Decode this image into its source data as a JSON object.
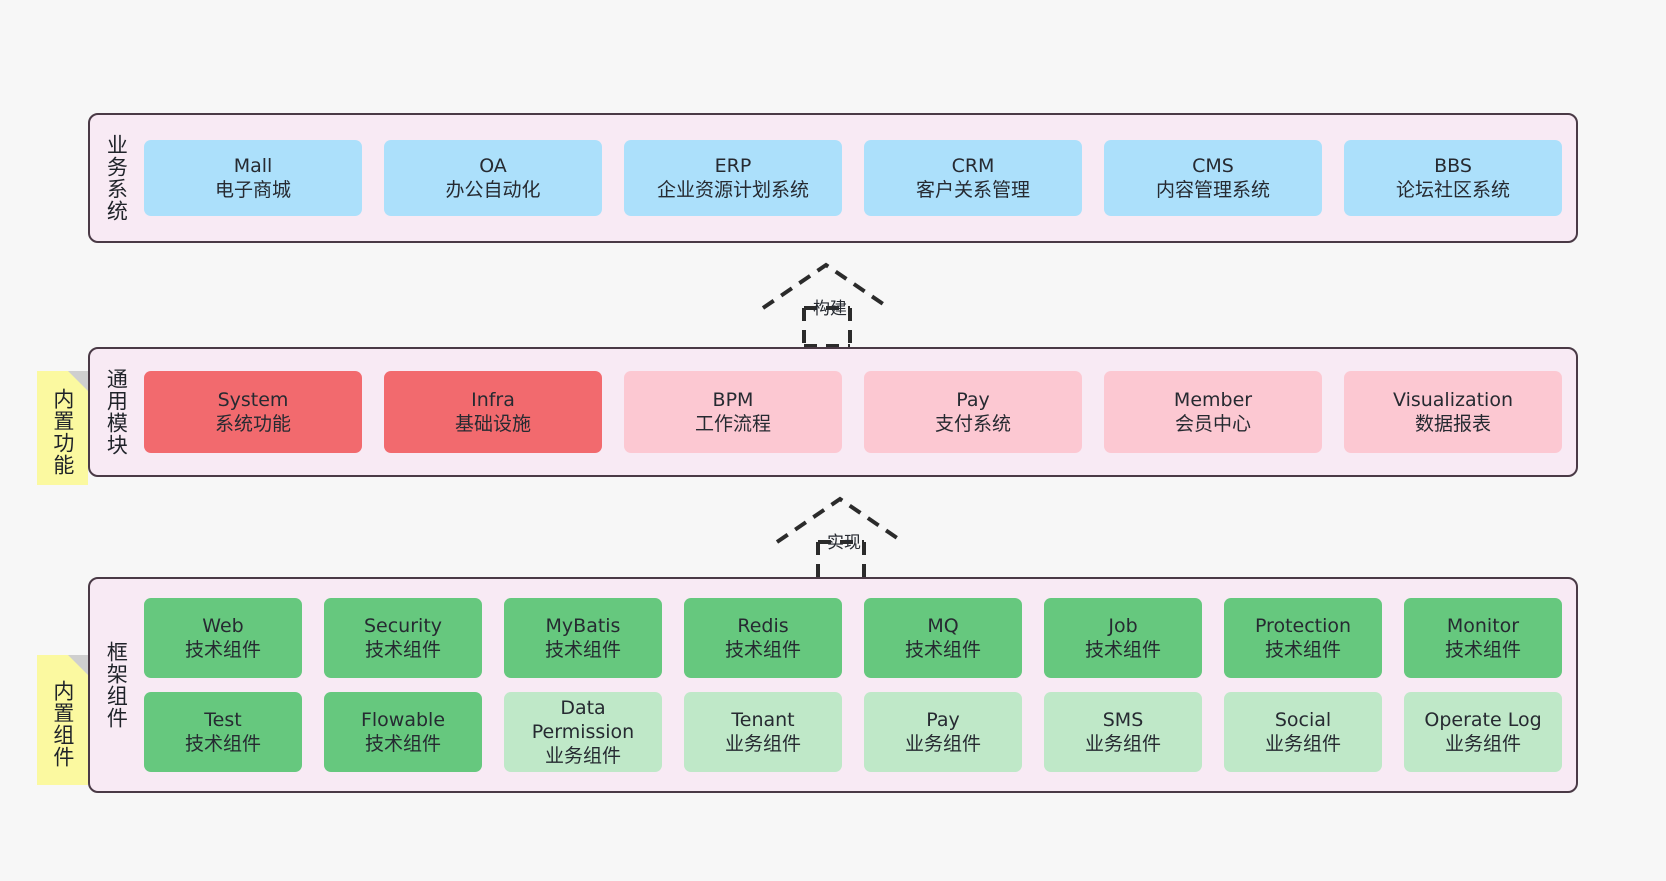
{
  "diagram": {
    "background_color": "#f7f7f7",
    "layer_fill": "#f8eaf4",
    "layer_border": "#4a3a46",
    "note_fill": "#fbf9a0"
  },
  "layers": [
    {
      "id": "business",
      "title": "业务系统",
      "rows": [
        {
          "cells": [
            {
              "name": "mall",
              "title": "Mall",
              "subtitle": "电子商城",
              "fill": "#ace0fb"
            },
            {
              "name": "oa",
              "title": "OA",
              "subtitle": "办公自动化",
              "fill": "#ace0fb"
            },
            {
              "name": "erp",
              "title": "ERP",
              "subtitle": "企业资源计划系统",
              "fill": "#ace0fb"
            },
            {
              "name": "crm",
              "title": "CRM",
              "subtitle": "客户关系管理",
              "fill": "#ace0fb"
            },
            {
              "name": "cms",
              "title": "CMS",
              "subtitle": "内容管理系统",
              "fill": "#ace0fb"
            },
            {
              "name": "bbs",
              "title": "BBS",
              "subtitle": "论坛社区系统",
              "fill": "#ace0fb"
            }
          ]
        }
      ]
    },
    {
      "id": "common",
      "title": "通用模块",
      "note": "内置功能",
      "rows": [
        {
          "cells": [
            {
              "name": "system",
              "title": "System",
              "subtitle": "系统功能",
              "fill": "#f26a6e"
            },
            {
              "name": "infra",
              "title": "Infra",
              "subtitle": "基础设施",
              "fill": "#f26a6e"
            },
            {
              "name": "bpm",
              "title": "BPM",
              "subtitle": "工作流程",
              "fill": "#fcc8d2"
            },
            {
              "name": "pay",
              "title": "Pay",
              "subtitle": "支付系统",
              "fill": "#fcc8d2"
            },
            {
              "name": "member",
              "title": "Member",
              "subtitle": "会员中心",
              "fill": "#fcc8d2"
            },
            {
              "name": "visualization",
              "title": "Visualization",
              "subtitle": "数据报表",
              "fill": "#fcc8d2"
            }
          ]
        }
      ]
    },
    {
      "id": "framework",
      "title": "框架组件",
      "note": "内置组件",
      "rows": [
        {
          "cells": [
            {
              "name": "web",
              "title": "Web",
              "subtitle": "技术组件",
              "fill": "#66c87e"
            },
            {
              "name": "security",
              "title": "Security",
              "subtitle": "技术组件",
              "fill": "#66c87e"
            },
            {
              "name": "mybatis",
              "title": "MyBatis",
              "subtitle": "技术组件",
              "fill": "#66c87e"
            },
            {
              "name": "redis",
              "title": "Redis",
              "subtitle": "技术组件",
              "fill": "#66c87e"
            },
            {
              "name": "mq",
              "title": "MQ",
              "subtitle": "技术组件",
              "fill": "#66c87e"
            },
            {
              "name": "job",
              "title": "Job",
              "subtitle": "技术组件",
              "fill": "#66c87e"
            },
            {
              "name": "protection",
              "title": "Protection",
              "subtitle": "技术组件",
              "fill": "#66c87e"
            },
            {
              "name": "monitor",
              "title": "Monitor",
              "subtitle": "技术组件",
              "fill": "#66c87e"
            }
          ]
        },
        {
          "cells": [
            {
              "name": "test",
              "title": "Test",
              "subtitle": "技术组件",
              "fill": "#66c87e"
            },
            {
              "name": "flowable",
              "title": "Flowable",
              "subtitle": "技术组件",
              "fill": "#66c87e"
            },
            {
              "name": "data-permission",
              "title": "Data Permission",
              "subtitle": "业务组件",
              "fill": "#bfe8c8"
            },
            {
              "name": "tenant",
              "title": "Tenant",
              "subtitle": "业务组件",
              "fill": "#bfe8c8"
            },
            {
              "name": "pay",
              "title": "Pay",
              "subtitle": "业务组件",
              "fill": "#bfe8c8"
            },
            {
              "name": "sms",
              "title": "SMS",
              "subtitle": "业务组件",
              "fill": "#bfe8c8"
            },
            {
              "name": "social",
              "title": "Social",
              "subtitle": "业务组件",
              "fill": "#bfe8c8"
            },
            {
              "name": "operate-log",
              "title": "Operate Log",
              "subtitle": "业务组件",
              "fill": "#bfe8c8"
            }
          ]
        }
      ]
    }
  ],
  "connectors": [
    {
      "name": "build",
      "label": "构建"
    },
    {
      "name": "implement",
      "label": "实现"
    }
  ]
}
